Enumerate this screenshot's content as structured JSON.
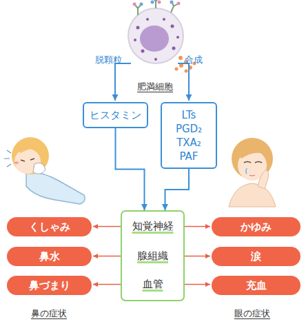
{
  "diagram": {
    "nodes": [
      {
        "text": [
          "ヒスタミン"
        ]
      },
      {
        "text": [
          "LTs",
          "PGD₂",
          "TXA₂",
          "PAF"
        ]
      },
      {
        "text": []
      },
      {
        "text": [
          "知覚神経"
        ],
        "in": 2
      },
      {
        "text": [
          "腺組織"
        ],
        "in": 2
      },
      {
        "text": [
          "血管"
        ],
        "in": 2
      },
      {
        "text": [
          "くしゃみ"
        ]
      },
      {
        "text": [
          "かゆみ"
        ]
      },
      {
        "text": [
          "鼻水"
        ]
      },
      {
        "text": [
          "涙"
        ]
      },
      {
        "text": [
          "鼻づまり"
        ]
      },
      {
        "text": [
          "充血"
        ]
      }
    ],
    "edges": [
      {
        "from": 0,
        "to": 2,
        "arrow": "to"
      },
      {
        "from": 1,
        "to": 2,
        "arrow": "to"
      },
      {
        "from": 3,
        "to": 6,
        "arrow": "to"
      },
      {
        "from": 3,
        "to": 7,
        "arrow": "to"
      },
      {
        "from": 4,
        "to": 8,
        "arrow": "to"
      },
      {
        "from": 4,
        "to": 9,
        "arrow": "to"
      },
      {
        "from": 5,
        "to": 10,
        "arrow": "to"
      },
      {
        "from": 5,
        "to": 11,
        "arrow": "to"
      }
    ],
    "labels": [
      "脱顆粒",
      "合成",
      "肥満細胞",
      "鼻の症状",
      "眼の症状"
    ]
  }
}
